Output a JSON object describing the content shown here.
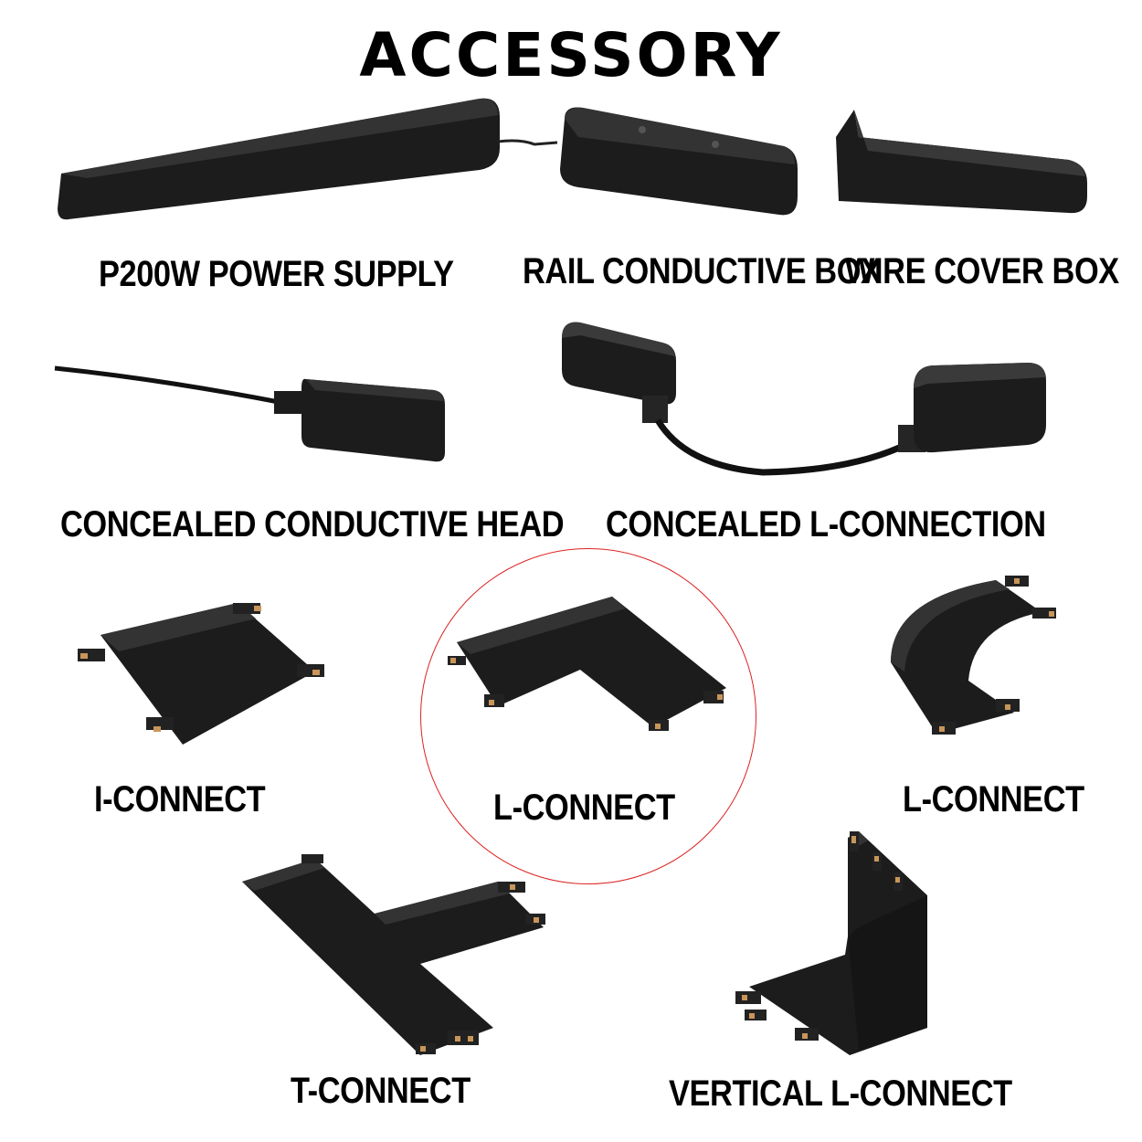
{
  "title": "ACCESSORY",
  "products": {
    "power_supply": "P200W POWER SUPPLY",
    "rail_box": "RAIL CONDUCTIVE BOX",
    "wire_cover": "WIRE COVER BOX",
    "concealed_head": "CONCEALED CONDUCTIVE HEAD",
    "concealed_l": "CONCEALED L-CONNECTION",
    "i_connect": "I-CONNECT",
    "l_connect": "L-CONNECT",
    "l_connect_curved": "L-CONNECT",
    "t_connect": "T-CONNECT",
    "vertical_l": "VERTICAL L-CONNECT"
  },
  "colors": {
    "product": "#1d1d1d",
    "contact": "#c8965a",
    "highlight": "#d22222"
  }
}
